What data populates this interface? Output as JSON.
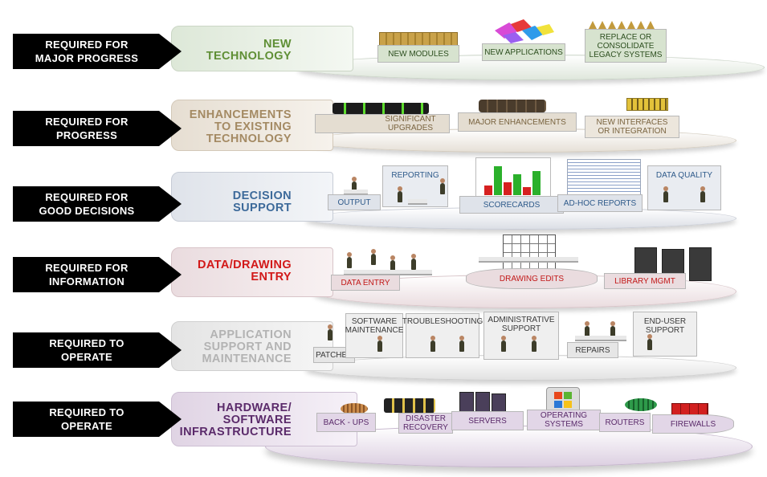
{
  "colors": {
    "new_technology": "#5f8f35",
    "enhancements": "#a48a63",
    "decision_support": "#3d6a9a",
    "data_entry": "#d21818",
    "app_support": "#b3b3b3",
    "infrastructure": "#5a2a6a",
    "arrow": "#000000"
  },
  "tiers": [
    {
      "requirement": [
        "REQUIRED FOR",
        "MAJOR PROGRESS"
      ],
      "label": [
        "NEW",
        "TECHNOLOGY"
      ],
      "items": [
        {
          "name": "new-modules",
          "text": [
            "NEW MODULES"
          ],
          "icon": "module-blocks-icon"
        },
        {
          "name": "new-applications",
          "text": [
            "NEW APPLICATIONS"
          ],
          "icon": "colored-shapes-icon"
        },
        {
          "name": "replace-legacy",
          "text": [
            "REPLACE OR",
            "CONSOLIDATE",
            "LEGACY SYSTEMS"
          ],
          "icon": "spiky-block-icon"
        }
      ]
    },
    {
      "requirement": [
        "REQUIRED FOR",
        "PROGRESS"
      ],
      "label": [
        "ENHANCEMENTS",
        "TO EXISTING",
        "TECHNOLOGY"
      ],
      "items": [
        {
          "name": "significant-upgrades",
          "text": [
            "SIGNIFICANT",
            "UPGRADES"
          ],
          "icon": "green-stacks-icon"
        },
        {
          "name": "major-enhancements",
          "text": [
            "MAJOR ENHANCEMENTS"
          ],
          "icon": "chip-icon"
        },
        {
          "name": "new-interfaces",
          "text": [
            "NEW INTERFACES",
            "OR INTEGRATION"
          ],
          "icon": "connector-icon"
        }
      ]
    },
    {
      "requirement": [
        "REQUIRED FOR",
        "GOOD DECISIONS"
      ],
      "label": [
        "DECISION",
        "SUPPORT"
      ],
      "items": [
        {
          "name": "output",
          "text": [
            "OUTPUT"
          ],
          "icon": "desk-person-icon"
        },
        {
          "name": "reporting",
          "text": [
            "REPORTING"
          ],
          "icon": "presenter-icon"
        },
        {
          "name": "scorecards",
          "text": [
            "SCORECARDS"
          ],
          "icon": "bar-chart-icon"
        },
        {
          "name": "ad-hoc-reports",
          "text": [
            "AD-HOC REPORTS"
          ],
          "icon": "report-sheet-icon"
        },
        {
          "name": "data-quality",
          "text": [
            "DATA QUALITY"
          ],
          "icon": "desk-person-icon"
        }
      ]
    },
    {
      "requirement": [
        "REQUIRED FOR",
        "INFORMATION"
      ],
      "label": [
        "DATA/DRAWING",
        "ENTRY"
      ],
      "items": [
        {
          "name": "data-entry",
          "text": [
            "DATA ENTRY"
          ],
          "icon": "workers-row-icon"
        },
        {
          "name": "drawing-edits",
          "text": [
            "DRAWING EDITS"
          ],
          "icon": "floor-plan-icon"
        },
        {
          "name": "library-mgmt",
          "text": [
            "LIBRARY MGMT"
          ],
          "icon": "file-cabinet-icon"
        }
      ]
    },
    {
      "requirement": [
        "REQUIRED TO",
        "OPERATE"
      ],
      "label": [
        "APPLICATION",
        "SUPPORT AND",
        "MAINTENANCE"
      ],
      "items": [
        {
          "name": "patches",
          "text": [
            "PATCHES"
          ],
          "icon": "desk-person-icon"
        },
        {
          "name": "software-maintenance",
          "text": [
            "SOFTWARE",
            "MAINTENANCE"
          ],
          "icon": "desk-person-icon"
        },
        {
          "name": "troubleshooting",
          "text": [
            "TROUBLESHOOTING"
          ],
          "icon": "desk-person-icon"
        },
        {
          "name": "administrative-support",
          "text": [
            "ADMINISTRATIVE",
            "SUPPORT"
          ],
          "icon": "desk-person-icon"
        },
        {
          "name": "repairs",
          "text": [
            "REPAIRS"
          ],
          "icon": "desk-person-icon"
        },
        {
          "name": "end-user-support",
          "text": [
            "END-USER",
            "SUPPORT"
          ],
          "icon": "desk-person-icon"
        }
      ]
    },
    {
      "requirement": [
        "REQUIRED TO",
        "OPERATE"
      ],
      "label": [
        "HARDWARE/",
        "SOFTWARE",
        "INFRASTRUCTURE"
      ],
      "items": [
        {
          "name": "back-ups",
          "text": [
            "BACK - UPS"
          ],
          "icon": "tape-reel-icon"
        },
        {
          "name": "disaster-recovery",
          "text": [
            "DISASTER",
            "RECOVERY"
          ],
          "icon": "disk-stack-icon"
        },
        {
          "name": "servers",
          "text": [
            "SERVERS"
          ],
          "icon": "server-rack-icon"
        },
        {
          "name": "operating-systems",
          "text": [
            "OPERATING",
            "SYSTEMS"
          ],
          "icon": "windows-logo-icon"
        },
        {
          "name": "routers",
          "text": [
            "ROUTERS"
          ],
          "icon": "router-coil-icon"
        },
        {
          "name": "firewalls",
          "text": [
            "FIREWALLS"
          ],
          "icon": "brick-wall-icon"
        }
      ]
    }
  ]
}
